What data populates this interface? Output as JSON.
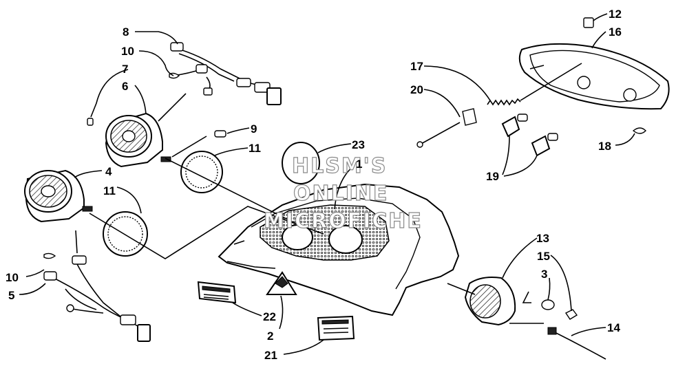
{
  "diagram": {
    "callouts": [
      {
        "id": "c8",
        "text": "8"
      },
      {
        "id": "c10a",
        "text": "10"
      },
      {
        "id": "c7",
        "text": "7"
      },
      {
        "id": "c6",
        "text": "6"
      },
      {
        "id": "c9",
        "text": "9"
      },
      {
        "id": "c11a",
        "text": "11"
      },
      {
        "id": "c4",
        "text": "4"
      },
      {
        "id": "c11b",
        "text": "11"
      },
      {
        "id": "c10b",
        "text": "10"
      },
      {
        "id": "c5",
        "text": "5"
      },
      {
        "id": "c23",
        "text": "23"
      },
      {
        "id": "c1",
        "text": "1"
      },
      {
        "id": "c22",
        "text": "22"
      },
      {
        "id": "c2",
        "text": "2"
      },
      {
        "id": "c21",
        "text": "21"
      },
      {
        "id": "c12",
        "text": "12"
      },
      {
        "id": "c16",
        "text": "16"
      },
      {
        "id": "c17",
        "text": "17"
      },
      {
        "id": "c20",
        "text": "20"
      },
      {
        "id": "c18",
        "text": "18"
      },
      {
        "id": "c19",
        "text": "19"
      },
      {
        "id": "c13",
        "text": "13"
      },
      {
        "id": "c15",
        "text": "15"
      },
      {
        "id": "c3",
        "text": "3"
      },
      {
        "id": "c14",
        "text": "14"
      }
    ],
    "watermark": [
      "HLSM'S",
      "ONLINE",
      "MICROFICHE"
    ]
  }
}
